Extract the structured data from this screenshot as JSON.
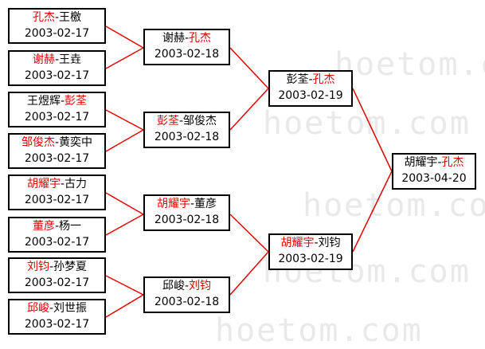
{
  "watermark": "hoetom.com",
  "colors": {
    "winner": "#e00000",
    "line": "#e00000",
    "border": "#000000"
  },
  "round1": [
    {
      "p1": "孔杰",
      "p2": "王檄",
      "winner": 1,
      "date": "2003-02-17"
    },
    {
      "p1": "谢赫",
      "p2": "王垚",
      "winner": 1,
      "date": "2003-02-17"
    },
    {
      "p1": "王煜辉",
      "p2": "彭荃",
      "winner": 2,
      "date": "2003-02-17"
    },
    {
      "p1": "邹俊杰",
      "p2": "黄奕中",
      "winner": 1,
      "date": "2003-02-17"
    },
    {
      "p1": "胡耀宇",
      "p2": "古力",
      "winner": 1,
      "date": "2003-02-17"
    },
    {
      "p1": "董彦",
      "p2": "杨一",
      "winner": 1,
      "date": "2003-02-17"
    },
    {
      "p1": "刘钧",
      "p2": "孙梦夏",
      "winner": 1,
      "date": "2003-02-17"
    },
    {
      "p1": "邱峻",
      "p2": "刘世振",
      "winner": 1,
      "date": "2003-02-17"
    }
  ],
  "round2": [
    {
      "p1": "谢赫",
      "p2": "孔杰",
      "winner": 2,
      "date": "2003-02-18"
    },
    {
      "p1": "彭荃",
      "p2": "邹俊杰",
      "winner": 1,
      "date": "2003-02-18"
    },
    {
      "p1": "胡耀宇",
      "p2": "董彦",
      "winner": 1,
      "date": "2003-02-18"
    },
    {
      "p1": "邱峻",
      "p2": "刘钧",
      "winner": 2,
      "date": "2003-02-18"
    }
  ],
  "round3": [
    {
      "p1": "彭荃",
      "p2": "孔杰",
      "winner": 2,
      "date": "2003-02-19"
    },
    {
      "p1": "胡耀宇",
      "p2": "刘钧",
      "winner": 1,
      "date": "2003-02-19"
    }
  ],
  "final": [
    {
      "p1": "胡耀宇",
      "p2": "孔杰",
      "winner": 2,
      "date": "2003-04-20"
    }
  ]
}
